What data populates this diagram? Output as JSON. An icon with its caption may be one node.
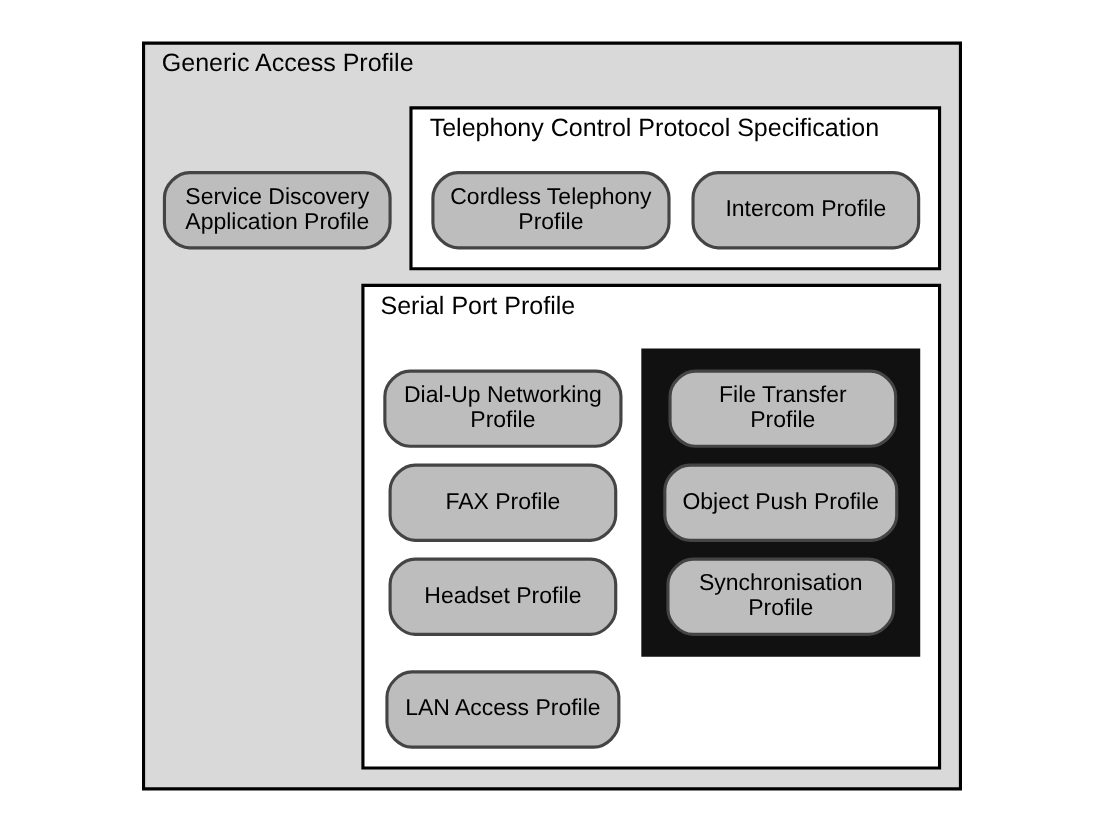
{
  "diagram": {
    "nodes": [
      {
        "text": [
          "Generic Access Profile"
        ]
      },
      {
        "text": [
          "Service Discovery Application Profile"
        ],
        "in": 0
      },
      {
        "text": [
          "Telephony Control Protocol Specification"
        ],
        "in": 0
      },
      {
        "text": [
          "Cordless Telephony Profile"
        ],
        "in": 2
      },
      {
        "text": [
          "Intercom Profile"
        ],
        "in": 2
      },
      {
        "text": [
          "Serial Port Profile"
        ],
        "in": 0
      },
      {
        "text": [
          "Dial-Up Networking Profile"
        ],
        "in": 5
      },
      {
        "text": [
          "FAX Profile"
        ],
        "in": 5
      },
      {
        "text": [
          "Headset Profile"
        ],
        "in": 5
      },
      {
        "text": [
          "LAN Access Profile"
        ],
        "in": 5
      },
      {
        "text": [],
        "shape": "box",
        "in": 5
      },
      {
        "text": [
          "File Transfer Profile"
        ],
        "in": 10
      },
      {
        "text": [
          "Object Push Profile"
        ],
        "in": 10
      },
      {
        "text": [
          "Synchronisation Profile"
        ],
        "in": 10
      }
    ],
    "edges": []
  }
}
